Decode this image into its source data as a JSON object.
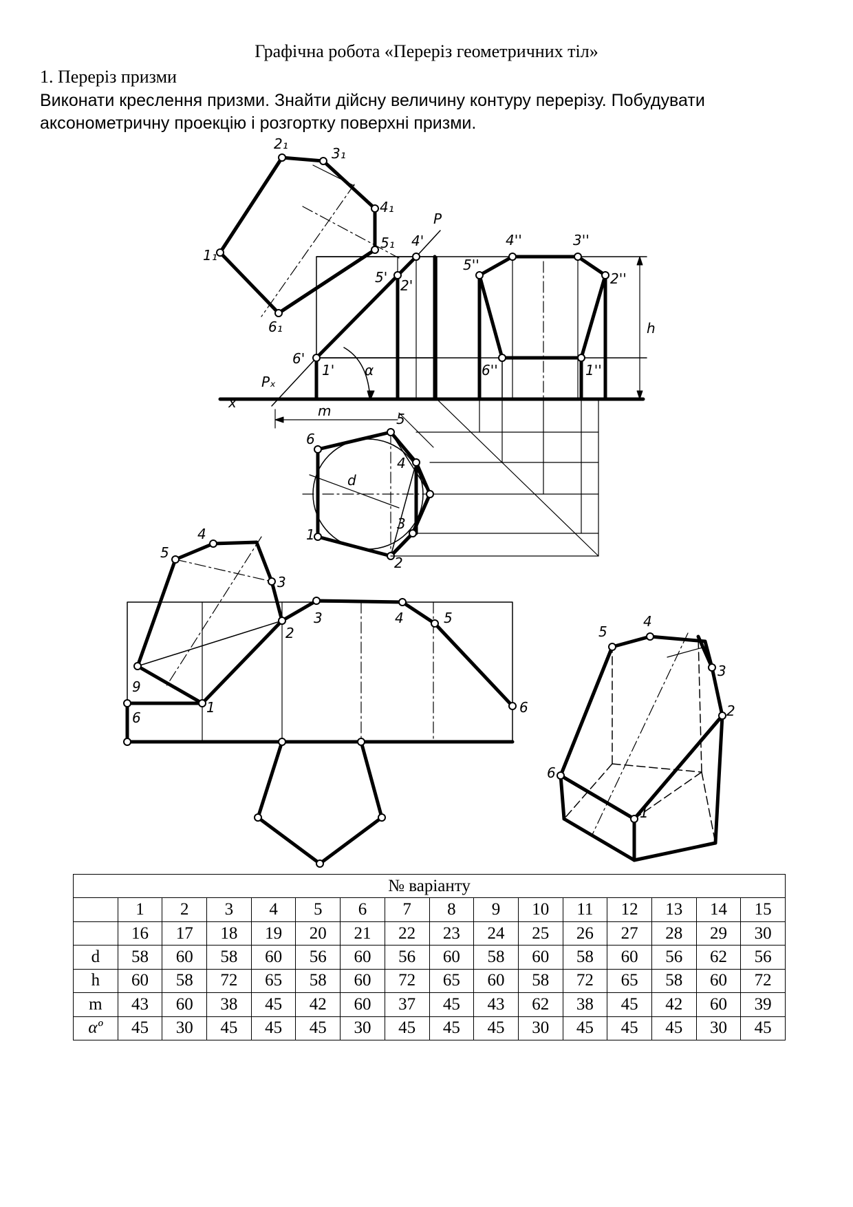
{
  "title": "Графічна робота «Переріз геометричних тіл»",
  "section_heading": "1. Переріз призми",
  "task_text": "Виконати креслення призми. Знайти дійсну величину контуру перерізу. Побудувати аксонометричну проекцію і розгортку поверхні призми.",
  "drawing": {
    "labels": {
      "p2_1": "2₁",
      "p3_1": "3₁",
      "p4_1": "4₁",
      "p5_1": "5₁",
      "p1_1": "1₁",
      "p6_1": "6₁",
      "P": "P",
      "p4p": "4'",
      "p5p": "5'",
      "p2p": "2'",
      "p6p": "6'",
      "p1p": "1'",
      "alpha": "α",
      "Px": "Pₓ",
      "x": "x",
      "m": "m",
      "h": "h",
      "p5pp": "5''",
      "p4pp": "4''",
      "p3pp": "3''",
      "p2pp": "2''",
      "p6pp": "6''",
      "p1pp": "1''",
      "c5": "5",
      "c6": "6",
      "c4": "4",
      "c3": "3",
      "c1": "1",
      "c2": "2",
      "d": "d",
      "s4": "4",
      "s5": "5",
      "s3": "3",
      "s2": "2",
      "s9": "9",
      "s6": "6",
      "s1": "1",
      "u3": "3",
      "u4": "4",
      "u5": "5",
      "u6": "6",
      "a5": "5",
      "a4": "4",
      "a3": "3",
      "a2": "2",
      "a6": "6",
      "a1": "1"
    }
  },
  "table": {
    "header": "№ варіанту",
    "variants_row1": [
      "1",
      "2",
      "3",
      "4",
      "5",
      "6",
      "7",
      "8",
      "9",
      "10",
      "11",
      "12",
      "13",
      "14",
      "15"
    ],
    "variants_row2": [
      "16",
      "17",
      "18",
      "19",
      "20",
      "21",
      "22",
      "23",
      "24",
      "25",
      "26",
      "27",
      "28",
      "29",
      "30"
    ],
    "rows": [
      {
        "label": "d",
        "values": [
          "58",
          "60",
          "58",
          "60",
          "56",
          "60",
          "56",
          "60",
          "58",
          "60",
          "58",
          "60",
          "56",
          "62",
          "56"
        ]
      },
      {
        "label": "h",
        "values": [
          "60",
          "58",
          "72",
          "65",
          "58",
          "60",
          "72",
          "65",
          "60",
          "58",
          "72",
          "65",
          "58",
          "60",
          "72"
        ]
      },
      {
        "label": "m",
        "values": [
          "43",
          "60",
          "38",
          "45",
          "42",
          "60",
          "37",
          "45",
          "43",
          "62",
          "38",
          "45",
          "42",
          "60",
          "39"
        ]
      },
      {
        "label": "αº",
        "values": [
          "45",
          "30",
          "45",
          "45",
          "45",
          "30",
          "45",
          "45",
          "45",
          "30",
          "45",
          "45",
          "45",
          "30",
          "45"
        ]
      }
    ]
  }
}
